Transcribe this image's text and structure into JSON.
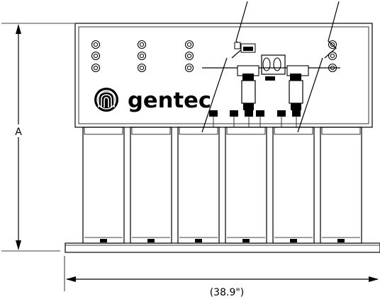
{
  "dimensions": {
    "height_label": "A",
    "width_label": "(38.9\")"
  },
  "brand": {
    "name": "gentec"
  },
  "colors": {
    "line": "#000000",
    "background": "#ffffff"
  },
  "components": {
    "capacitor_can_count": 6,
    "indicator_column_count": 4,
    "indicators_per_column": 3
  }
}
